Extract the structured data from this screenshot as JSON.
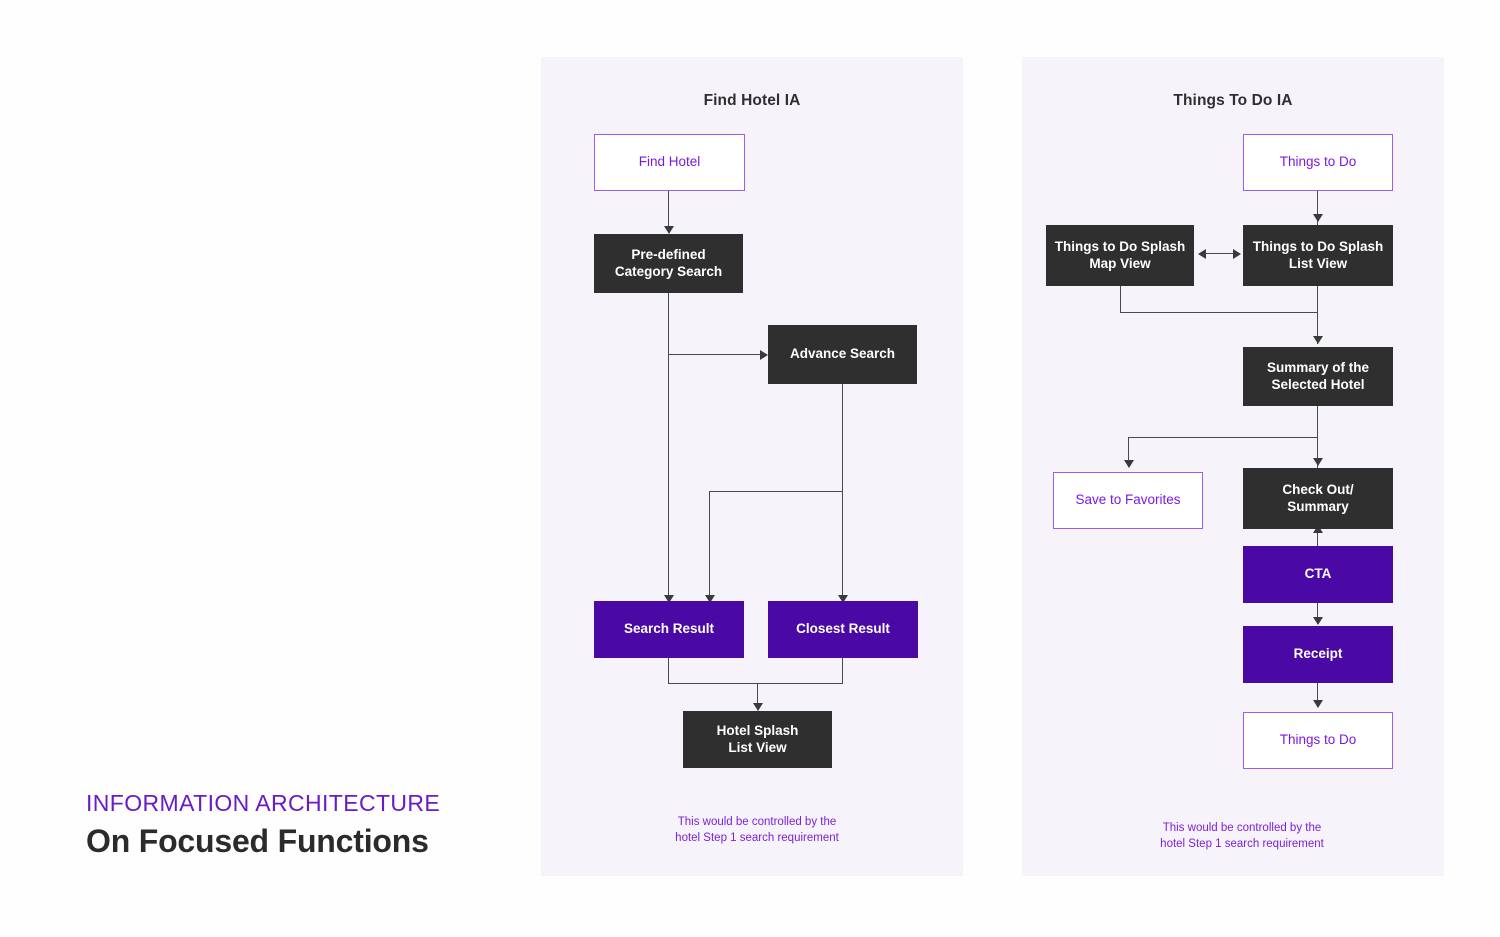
{
  "headline": {
    "eyebrow": "INFORMATION ARCHITECTURE",
    "title": "On Focused Functions"
  },
  "colors": {
    "page_background": "#fefefe",
    "panel_background": "#f7f3fa",
    "node_dark": "#2f2f2f",
    "node_purple": "#4a09a4",
    "node_outline_border": "#9b5cf0",
    "node_outline_text": "#7b19e0",
    "caption_text": "#7c22d8",
    "connector": "#4a4a4a",
    "eyebrow_text": "#6a1bc4",
    "title_text": "#2b2b2b"
  },
  "panels": [
    {
      "id": "find-hotel",
      "title": "Find Hotel IA",
      "caption_line1": "This would be controlled by the",
      "caption_line2": "hotel Step 1 search requirement",
      "nodes": [
        {
          "id": "find-hotel",
          "label": "Find Hotel",
          "style": "outline"
        },
        {
          "id": "predefined",
          "label": "Pre-defined\nCategory Search",
          "style": "dark"
        },
        {
          "id": "advance-search",
          "label": "Advance Search",
          "style": "dark"
        },
        {
          "id": "search-result",
          "label": "Search Result",
          "style": "purple"
        },
        {
          "id": "closest-result",
          "label": "Closest Result",
          "style": "purple"
        },
        {
          "id": "hotel-splash",
          "label": "Hotel Splash\nList View",
          "style": "dark"
        }
      ]
    },
    {
      "id": "things-to-do",
      "title": "Things To Do IA",
      "caption_line1": "This would be controlled by the",
      "caption_line2": "hotel Step 1 search requirement",
      "nodes": [
        {
          "id": "things-to-do-top",
          "label": "Things to Do",
          "style": "outline"
        },
        {
          "id": "splash-map",
          "label": "Things to Do Splash\nMap View",
          "style": "dark"
        },
        {
          "id": "splash-list",
          "label": "Things to Do Splash\nList View",
          "style": "dark"
        },
        {
          "id": "summary-hotel",
          "label": "Summary of the\nSelected Hotel",
          "style": "dark"
        },
        {
          "id": "save-favorites",
          "label": "Save to Favorites",
          "style": "outline"
        },
        {
          "id": "check-out",
          "label": "Check Out/\nSummary",
          "style": "dark"
        },
        {
          "id": "cta",
          "label": "CTA",
          "style": "purple"
        },
        {
          "id": "receipt",
          "label": "Receipt",
          "style": "purple"
        },
        {
          "id": "things-to-do-bot",
          "label": "Things to Do",
          "style": "outline"
        }
      ]
    }
  ]
}
